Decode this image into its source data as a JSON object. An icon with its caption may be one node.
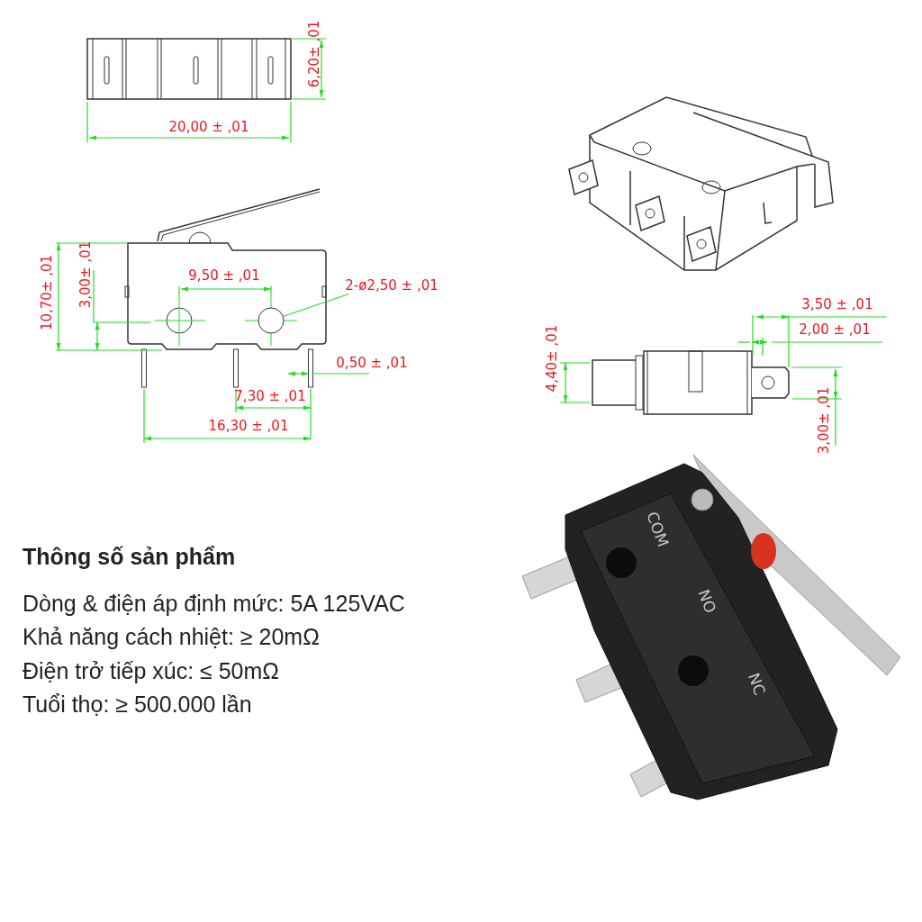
{
  "diagram": {
    "nodes": [
      {
        "text": [
          "2-ø2,50 ± ,01"
        ]
      },
      {
        "text": [],
        "shape": "circle"
      }
    ],
    "edges": [
      {
        "from": 0,
        "to": 1,
        "arrow": "none"
      }
    ],
    "labels": [
      "6,20± ,01",
      "20,00 ± ,01",
      "10,70± ,01",
      "3,00± ,01",
      "9,50 ± ,01",
      "0,50 ± ,01",
      "7,30 ± ,01",
      "16,30 ± ,01",
      "3,50 ± ,01",
      "2,00 ± ,01",
      "4,40± ,01",
      "3,00± ,01",
      "Thông số sản phẩm",
      "Dòng & điện áp định mức: 5A 125VAC",
      "Khả năng cách nhiệt: ≥ 20mΩ",
      "Điện trở tiếp xúc: ≤ 50mΩ",
      "Tuổi thọ: ≥ 500.000 lần",
      "COM",
      "NO",
      "NC"
    ]
  }
}
